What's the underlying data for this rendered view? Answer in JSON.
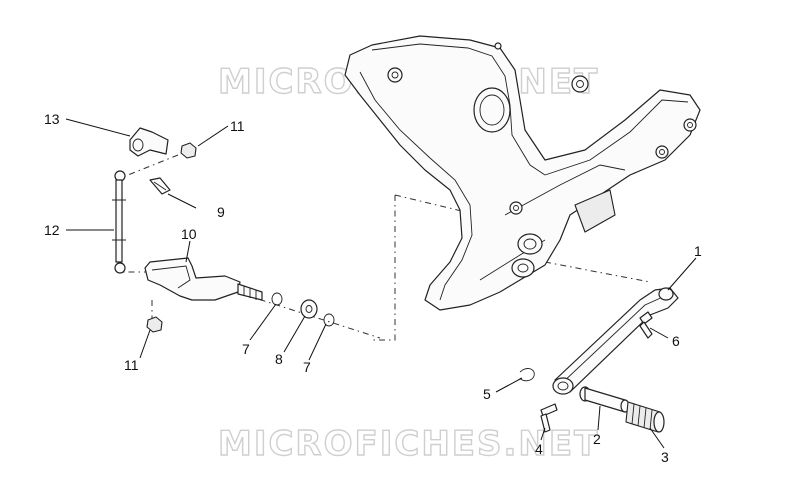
{
  "watermark": {
    "top": "MICROFICHES.NET",
    "bottom": "MICROFICHES.NET"
  },
  "callouts": [
    {
      "id": "c1",
      "text": "1"
    },
    {
      "id": "c2",
      "text": "2"
    },
    {
      "id": "c3",
      "text": "3"
    },
    {
      "id": "c4",
      "text": "4"
    },
    {
      "id": "c5",
      "text": "5"
    },
    {
      "id": "c6",
      "text": "6"
    },
    {
      "id": "c7a",
      "text": "7"
    },
    {
      "id": "c7b",
      "text": "7"
    },
    {
      "id": "c8",
      "text": "8"
    },
    {
      "id": "c9",
      "text": "9"
    },
    {
      "id": "c10",
      "text": "10"
    },
    {
      "id": "c11a",
      "text": "11"
    },
    {
      "id": "c11b",
      "text": "11"
    },
    {
      "id": "c12",
      "text": "12"
    },
    {
      "id": "c13",
      "text": "13"
    }
  ]
}
